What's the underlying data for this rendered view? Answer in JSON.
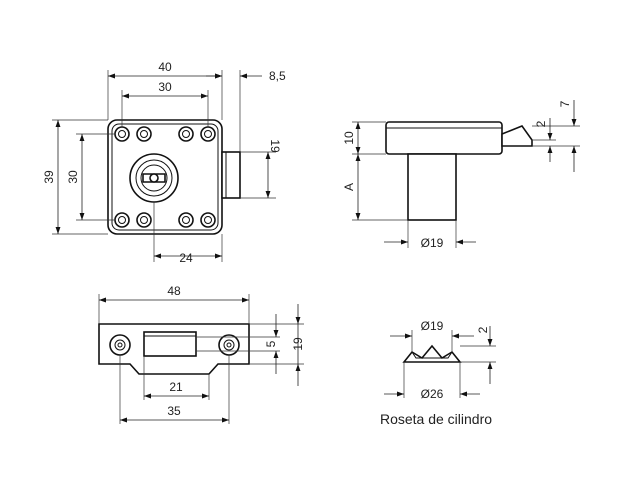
{
  "views": {
    "front": {
      "dims": {
        "outer_width": "40",
        "hole_spacing_top": "30",
        "bolt_offset": "8,5",
        "outer_height": "39",
        "hole_spacing_side": "30",
        "bolt_height": "19",
        "bottom_span": "24"
      }
    },
    "side": {
      "dims": {
        "head_height": "10",
        "body_length": "A",
        "diameter": "Ø19",
        "bolt_step": "2",
        "bolt_total": "7"
      }
    },
    "strike": {
      "dims": {
        "length": "48",
        "slot_width": "21",
        "hole_spacing": "35",
        "slot_height": "5",
        "height": "19"
      }
    },
    "rosette": {
      "dims": {
        "inner_diameter": "Ø19",
        "outer_diameter": "Ø26",
        "height": "2"
      },
      "caption": "Roseta de cilindro"
    }
  }
}
